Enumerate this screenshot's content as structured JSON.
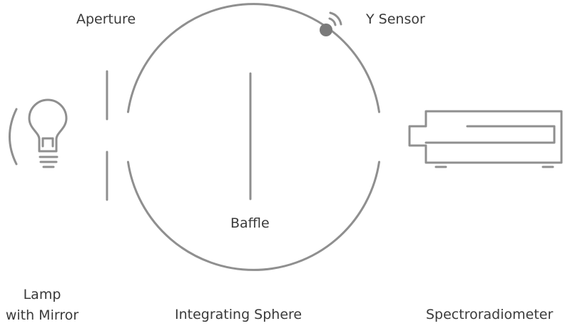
{
  "labels": {
    "aperture": "Aperture",
    "y_sensor": "Y Sensor",
    "baffle": "Baffle",
    "lamp_line1": "Lamp",
    "lamp_line2": "with Mirror",
    "integrating_sphere": "Integrating Sphere",
    "spectroradiometer": "Spectroradiometer"
  },
  "colors": {
    "stroke": "#8f8f8f",
    "sensor_dot": "#7a7a7a",
    "text": "#3a3a3a"
  },
  "icons": {
    "lamp": "lightbulb-icon",
    "mirror": "mirror-arc-icon",
    "sensor": "sensor-signal-icon",
    "spectroradiometer": "spectroradiometer-device-icon"
  }
}
